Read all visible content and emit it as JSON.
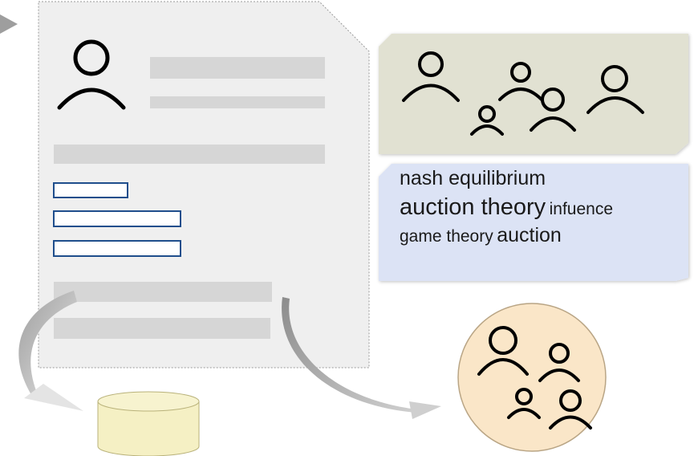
{
  "diagram": {
    "keyword_cloud": {
      "line1": {
        "kw1": "nash equilibrium"
      },
      "line2": {
        "kw1": "auction theory",
        "kw2": "infuence"
      },
      "line3": {
        "kw1": "game theory",
        "kw2": "auction"
      }
    },
    "icons": {
      "profile": "person-icon",
      "group": "people-group-icon",
      "community": "people-group-icon",
      "database": "database-icon"
    },
    "colors": {
      "profile_card": "#efefef",
      "profile_border": "#9a9a9a",
      "placeholder_bar": "#d6d6d6",
      "outline_field": "#1f4e8c",
      "group_panel": "#e1e1d2",
      "keyword_panel": "#dce3f5",
      "community_circle": "#fae6c8",
      "database": "#f5f0c4",
      "arrow": "#bdbdbd",
      "icon_stroke": "#000000"
    }
  }
}
